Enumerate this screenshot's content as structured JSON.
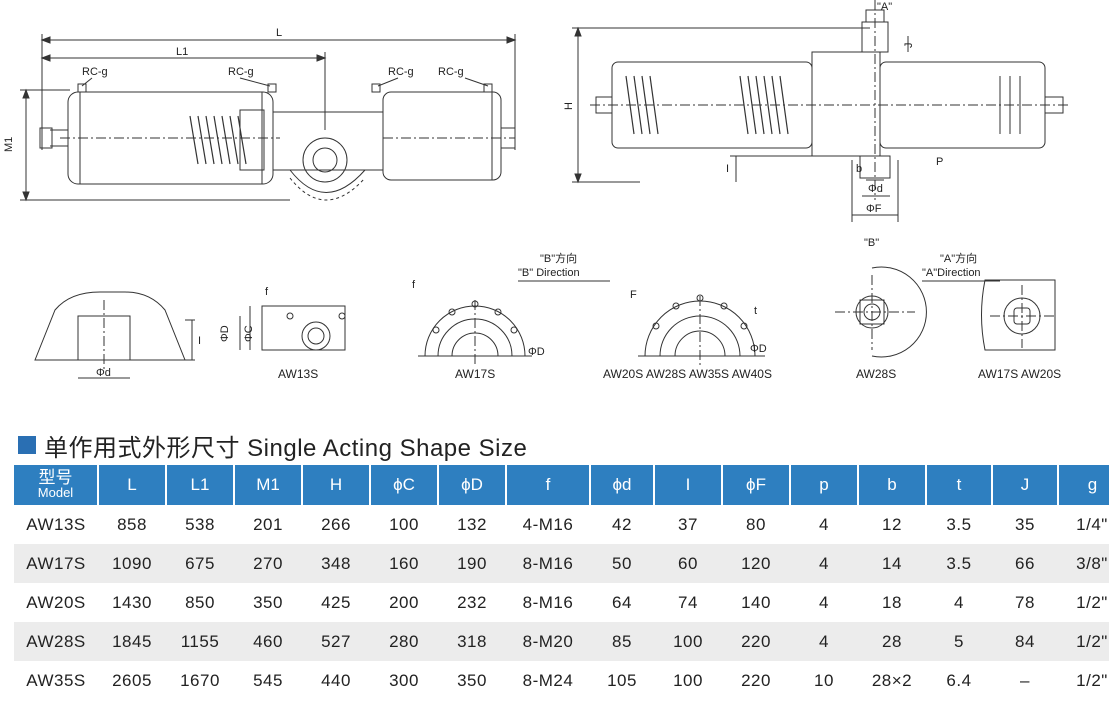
{
  "drawing_labels": {
    "dim_L": "L",
    "dim_L1": "L1",
    "dim_M1": "M1",
    "rc_g": "RC-g",
    "dim_H": "H",
    "dim_J": "J",
    "dim_I": "I",
    "dim_b": "b",
    "dim_phi_d": "ΦD",
    "dim_phi_d_small": "Φd",
    "dim_phi_f": "ΦF",
    "dim_p": "P",
    "view_a": "\"A\"",
    "view_b": "\"B\"",
    "b_dir_zh": "\"B\"方向",
    "b_dir_en": "\"B\" Direction",
    "a_dir_zh": "\"A\"方向",
    "a_dir_en": "\"A\"Direction",
    "dim_f": "f",
    "dim_F": "F",
    "dim_t": "t",
    "dim_phi_c": "ΦC",
    "aw13s": "AW13S",
    "aw17s": "AW17S",
    "aw20_40": "AW20S AW28S AW35S AW40S",
    "aw28s": "AW28S",
    "aw17_20": "AW17S  AW20S"
  },
  "section": {
    "title": "单作用式外形尺寸 Single Acting Shape Size"
  },
  "table": {
    "model_zh": "型号",
    "model_en": "Model",
    "headers": [
      "L",
      "L1",
      "M1",
      "H",
      "ϕC",
      "ϕD",
      "f",
      "ϕd",
      "I",
      "ϕF",
      "p",
      "b",
      "t",
      "J",
      "g"
    ],
    "rows": [
      [
        "AW13S",
        "858",
        "538",
        "201",
        "266",
        "100",
        "132",
        "4-M16",
        "42",
        "37",
        "80",
        "4",
        "12",
        "3.5",
        "35",
        "1/4\""
      ],
      [
        "AW17S",
        "1090",
        "675",
        "270",
        "348",
        "160",
        "190",
        "8-M16",
        "50",
        "60",
        "120",
        "4",
        "14",
        "3.5",
        "66",
        "3/8\""
      ],
      [
        "AW20S",
        "1430",
        "850",
        "350",
        "425",
        "200",
        "232",
        "8-M16",
        "64",
        "74",
        "140",
        "4",
        "18",
        "4",
        "78",
        "1/2\""
      ],
      [
        "AW28S",
        "1845",
        "1155",
        "460",
        "527",
        "280",
        "318",
        "8-M20",
        "85",
        "100",
        "220",
        "4",
        "28",
        "5",
        "84",
        "1/2\""
      ],
      [
        "AW35S",
        "2605",
        "1670",
        "545",
        "440",
        "300",
        "350",
        "8-M24",
        "105",
        "100",
        "220",
        "10",
        "28×2",
        "6.4",
        "–",
        "1/2\""
      ]
    ]
  }
}
